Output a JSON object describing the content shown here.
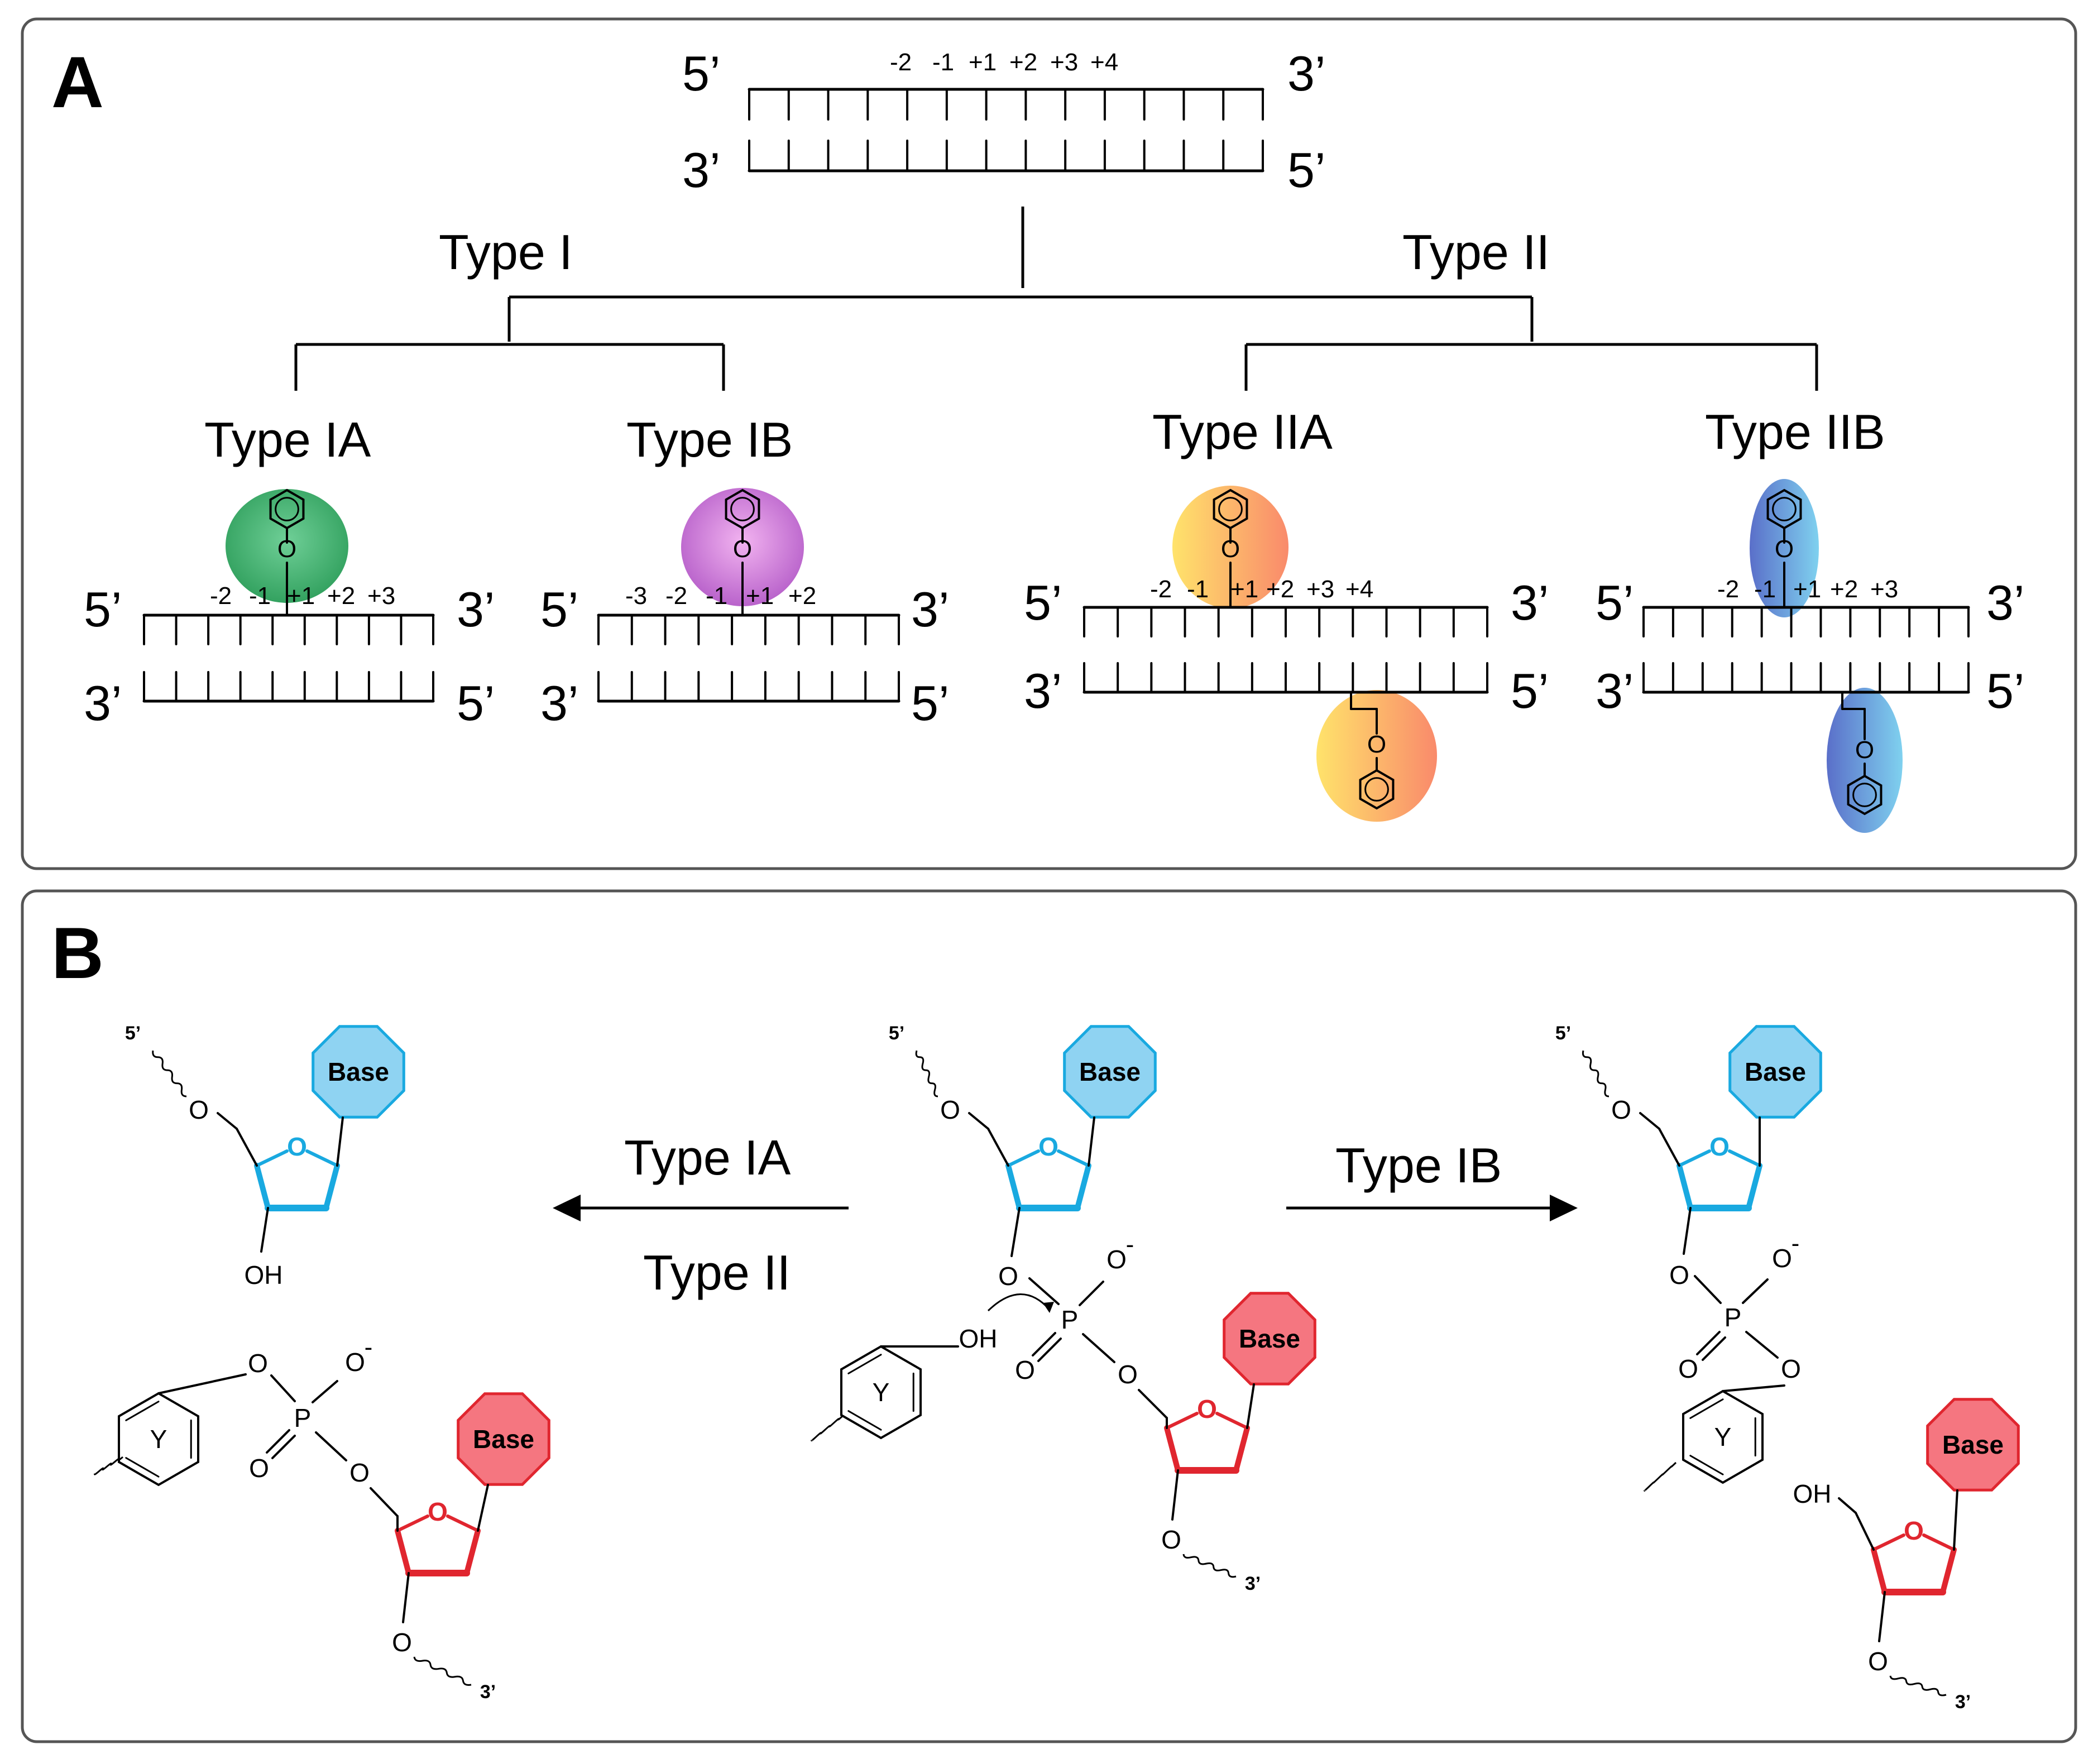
{
  "panels": {
    "a": "A",
    "b": "B"
  },
  "panel_a": {
    "top_duplex": {
      "top_left": "5’",
      "top_right": "3’",
      "bottom_left": "3’",
      "bottom_right": "5’",
      "positions": [
        "-2",
        "-1",
        "+1",
        "+2",
        "+3",
        "+4"
      ]
    },
    "type_i": "Type I",
    "type_ii": "Type II",
    "subtypes": [
      {
        "label": "Type IA",
        "positions": [
          "-2",
          "-1",
          "+1",
          "+2",
          "+3"
        ],
        "ends": [
          "5’",
          "3’",
          "3’",
          "5’"
        ],
        "color": "#2e9e5b"
      },
      {
        "label": "Type IB",
        "positions": [
          "-3",
          "-2",
          "-1",
          "+1",
          "+2"
        ],
        "ends": [
          "5’",
          "3’",
          "3’",
          "5’"
        ],
        "color": "#b45cc8"
      },
      {
        "label": "Type IIA",
        "positions": [
          "-2",
          "-1",
          "+1",
          "+2",
          "+3",
          "+4"
        ],
        "ends": [
          "5’",
          "3’",
          "3’",
          "5’"
        ],
        "color": "#f2a14a"
      },
      {
        "label": "Type IIB",
        "positions": [
          "-2",
          "-1",
          "+1",
          "+2",
          "+3"
        ],
        "ends": [
          "5’",
          "3’",
          "3’",
          "5’"
        ],
        "color": "#5b8fd6"
      }
    ],
    "oxygen": "O"
  },
  "panel_b": {
    "arrow_left_top": "Type IA",
    "arrow_left_bottom": "Type II",
    "arrow_right": "Type IB",
    "base": "Base",
    "tyr": "Y",
    "oh": "OH",
    "o": "O",
    "p": "P",
    "o_minus": "-",
    "five_prime": "5’",
    "three_prime": "3’",
    "colors": {
      "blue_fill": "#8fd3f2",
      "blue_stroke": "#19a9e0",
      "red_fill": "#f57680",
      "red_stroke": "#e0262f"
    }
  }
}
